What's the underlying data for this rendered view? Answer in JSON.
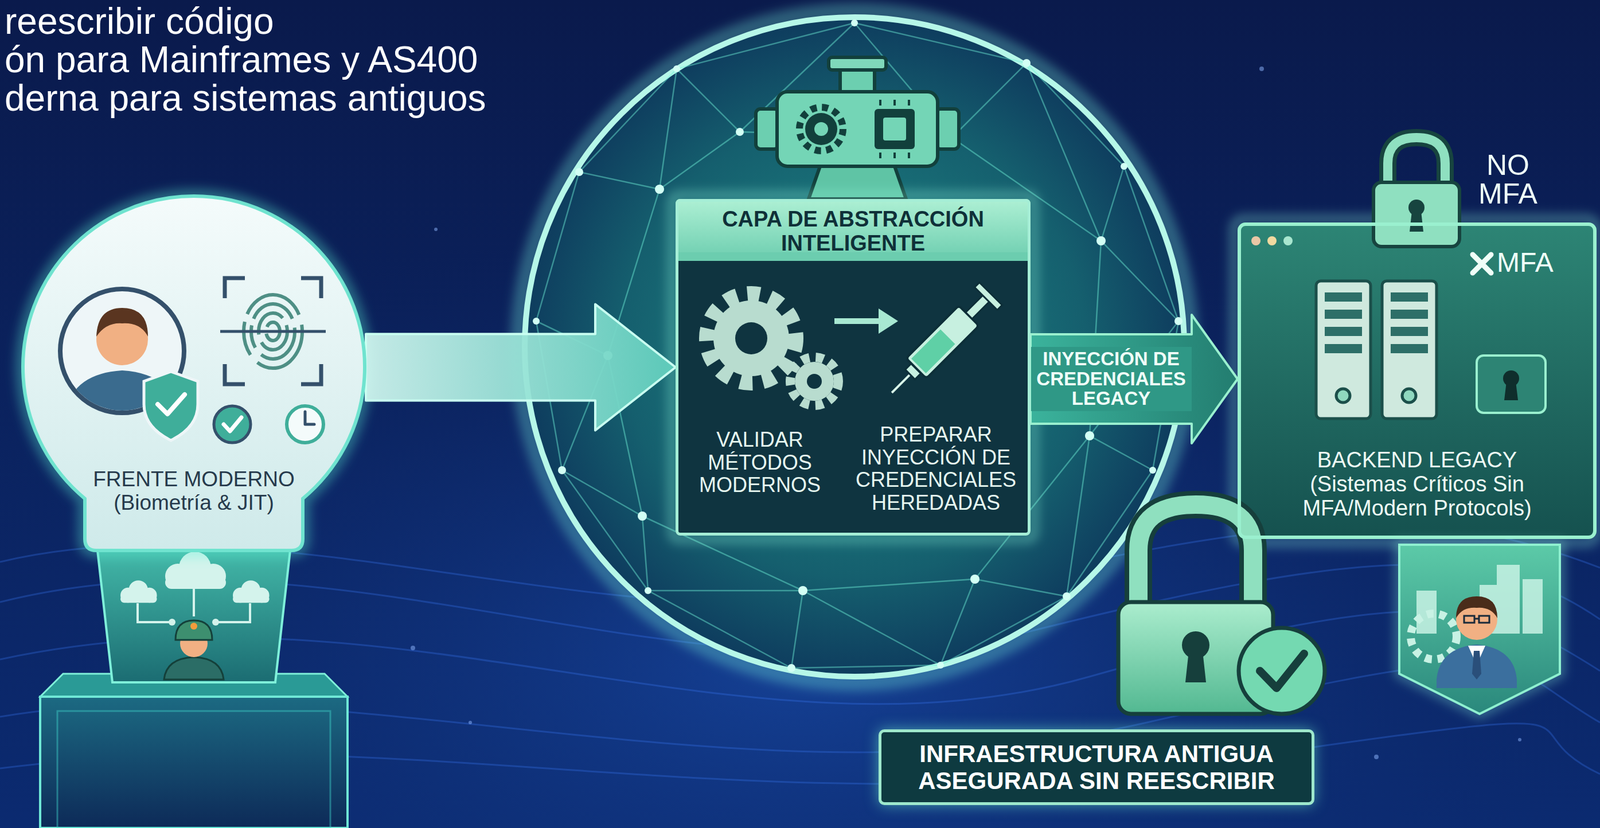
{
  "diagram": {
    "nodes": [
      {
        "text": [
          "FRENTE MODERNO (Biometría & JIT)"
        ]
      },
      {
        "text": [
          "CAPA DE ABSTRACCIÓN INTELIGENTE",
          "VALIDAR MÉTODOS MODERNOS",
          "PREPARAR INYECCIÓN DE CREDENCIALES HEREDADAS"
        ]
      },
      {
        "text": [
          "NO MFA",
          "MFA",
          "BACKEND LEGACY (Sistemas Críticos Sin MFA/Modern Protocols)"
        ]
      },
      {
        "text": [
          "INFRAESTRUCTURA ANTIGUA ASEGURADA SIN REESCRIBIR"
        ]
      }
    ],
    "edges": [
      {
        "from": 0,
        "to": 1,
        "arrow": "to"
      },
      {
        "from": 1,
        "to": 2,
        "label": "INYECCIÓN DE CREDENCIALES LEGACY",
        "arrow": "to"
      }
    ],
    "labels": [
      "reescribir código",
      "ón para Mainframes y AS400",
      "derna para sistemas antiguos"
    ]
  }
}
